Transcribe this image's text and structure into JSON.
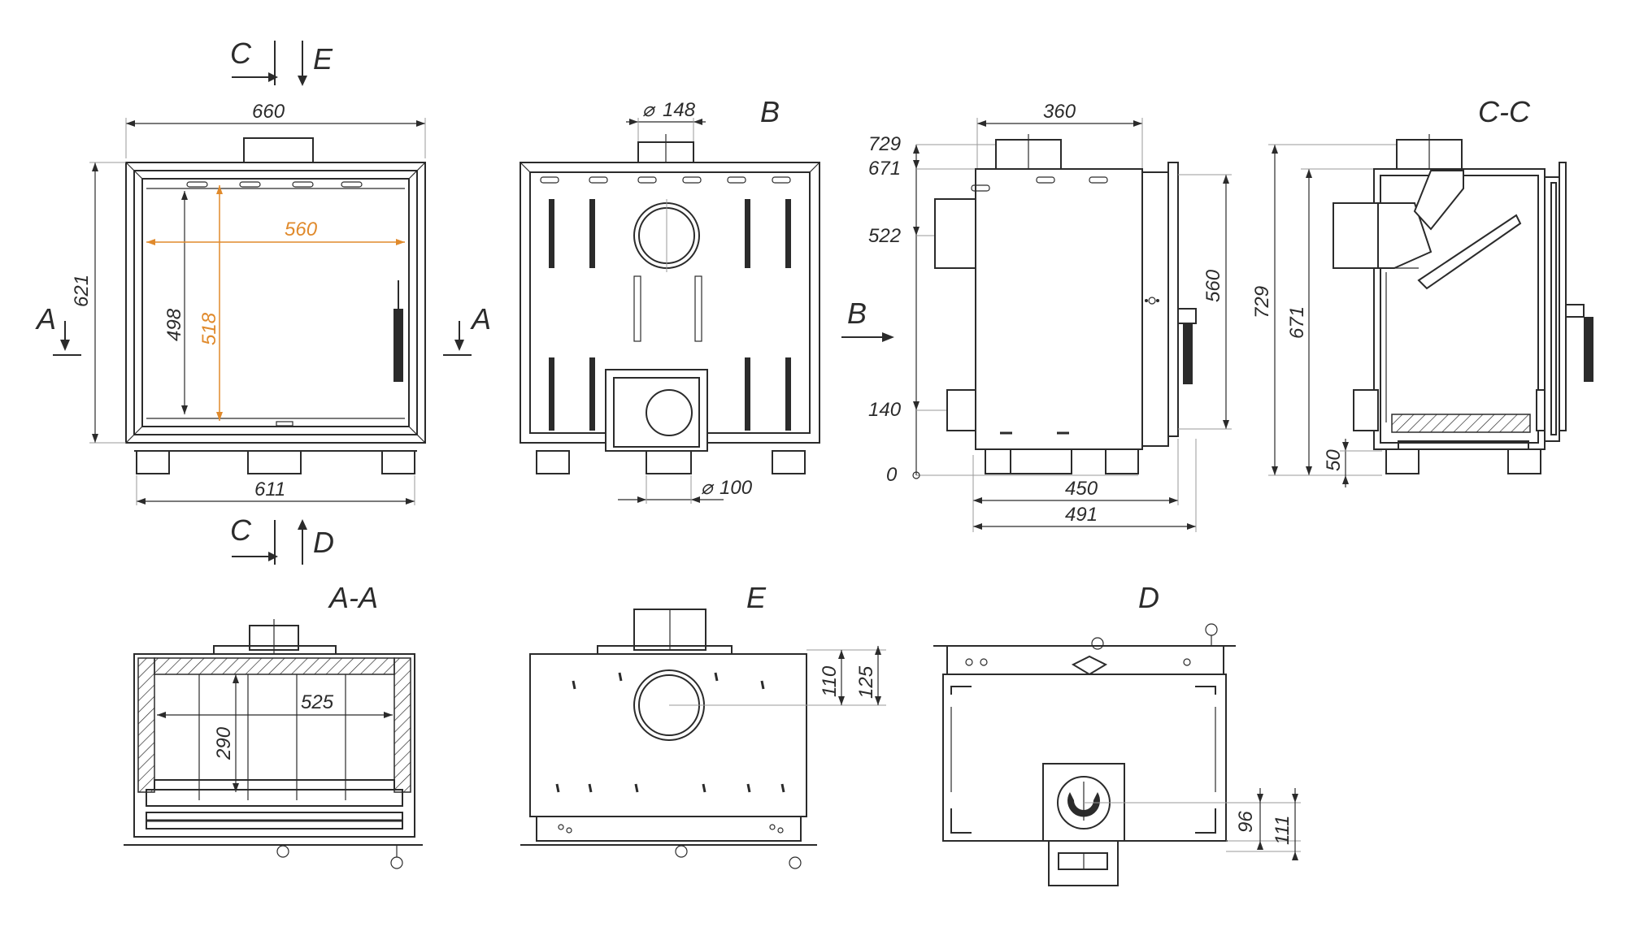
{
  "colors": {
    "line": "#2b2b2b",
    "accent": "#e08a2c",
    "background": "#ffffff"
  },
  "labels": {
    "c_top": "C",
    "e_top": "E",
    "c_bottom": "C",
    "d_bottom": "D",
    "a_left": "A",
    "a_right": "A",
    "b_view": "B",
    "b_arrow": "B",
    "cc": "C-C",
    "aa": "A-A",
    "e_view": "E",
    "d_view": "D"
  },
  "front": {
    "width_top": "660",
    "width_bottom": "611",
    "height": "621",
    "inner_width": "560",
    "inner_height_a": "498",
    "inner_height_b": "518"
  },
  "back": {
    "flue_diameter": "148",
    "inlet_diameter": "100"
  },
  "side": {
    "top_width": "360",
    "h729": "729",
    "h671": "671",
    "h522": "522",
    "h140": "140",
    "h0": "0",
    "door_height": "560",
    "depth_450": "450",
    "depth_491": "491"
  },
  "section_cc": {
    "h729": "729",
    "h671": "671",
    "h50": "50"
  },
  "section_aa": {
    "inner_width": "525",
    "inner_height": "290"
  },
  "view_e": {
    "d110": "110",
    "d125": "125"
  },
  "view_d": {
    "d96": "96",
    "d111": "111"
  }
}
